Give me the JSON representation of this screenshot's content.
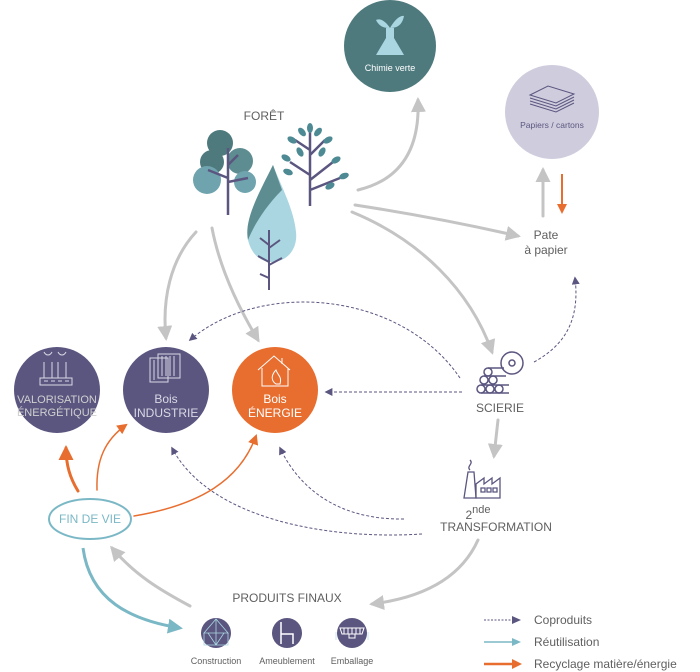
{
  "nodes": {
    "chimie_verte": {
      "label": "Chimie verte",
      "color": "#4e7a7e"
    },
    "papiers_cartons": {
      "label": "Papiers / cartons",
      "color": "#cfcddd"
    },
    "foret": {
      "label": "FORÊT"
    },
    "pate_papier": {
      "line1": "Pate",
      "line2": "à papier"
    },
    "valorisation": {
      "line1": "VALORISATION",
      "line2": "ÉNERGÉTIQUE",
      "color": "#5b5680"
    },
    "bois_industrie": {
      "line1": "Bois",
      "line2": "INDUSTRIE",
      "color": "#5b5680"
    },
    "bois_energie": {
      "line1": "Bois",
      "line2": "ÉNERGIE",
      "color": "#e86e30"
    },
    "scierie": {
      "label": "SCIERIE"
    },
    "transformation": {
      "sup_base": "2",
      "sup": "nde",
      "label": "TRANSFORMATION"
    },
    "fin_de_vie": {
      "label": "FIN DE VIE",
      "color": "#7bb8c6"
    },
    "produits_finaux": {
      "label": "PRODUITS FINAUX",
      "items": [
        {
          "label": "Construction"
        },
        {
          "label": "Ameublement"
        },
        {
          "label": "Emballage"
        }
      ]
    }
  },
  "legend": [
    {
      "label": "Coproduits",
      "style": "dashed",
      "color": "#5b5680"
    },
    {
      "label": "Réutilisation",
      "style": "solid",
      "color": "#7bb8c6"
    },
    {
      "label": "Recyclage matière/énergie",
      "style": "solid",
      "color": "#e86e30"
    }
  ],
  "colors": {
    "flow": "#c4c4c4",
    "coproduct": "#5b5680",
    "reuse": "#7bb8c6",
    "recycle": "#e86e30",
    "text": "#5f5f5f"
  }
}
